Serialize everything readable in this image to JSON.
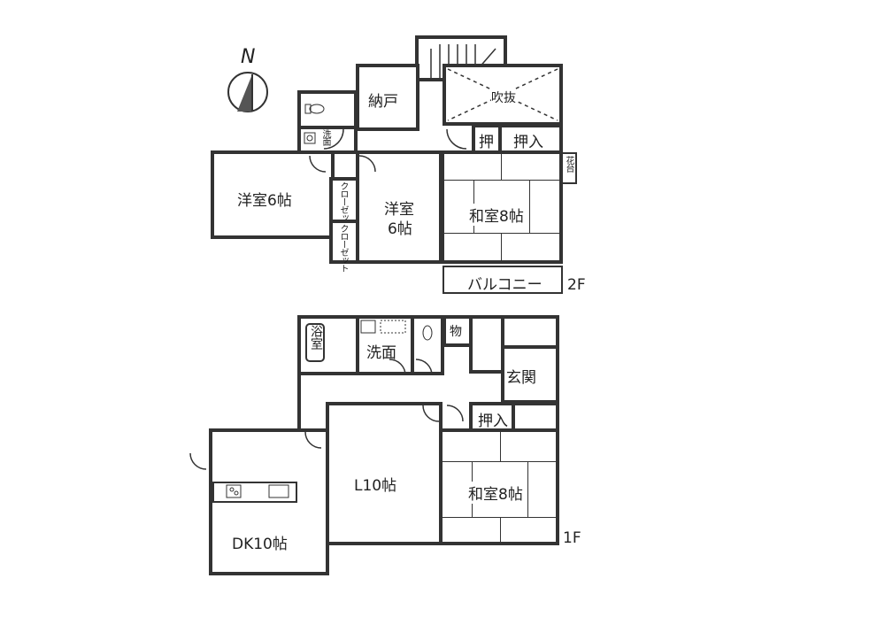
{
  "compass": {
    "label": "N"
  },
  "floor2": {
    "label": "2F",
    "rooms": {
      "storage": "納戸",
      "void": "吹抜",
      "washroom": "洗面",
      "closet_small": "押",
      "closet": "押入",
      "flower_stand": "花台",
      "western_left": "洋室6帖",
      "walkin1": "クローゼット",
      "walkin2": "クローゼット",
      "western_center_line1": "洋室",
      "western_center_line2": "6帖",
      "japanese": "和室8帖",
      "balcony": "バルコニー"
    }
  },
  "floor1": {
    "label": "1F",
    "rooms": {
      "bath": "浴室",
      "washroom": "洗面",
      "storage": "物",
      "entrance": "玄関",
      "closet": "押入",
      "living": "L10帖",
      "japanese": "和室8帖",
      "dining_kitchen": "DK10帖"
    }
  }
}
